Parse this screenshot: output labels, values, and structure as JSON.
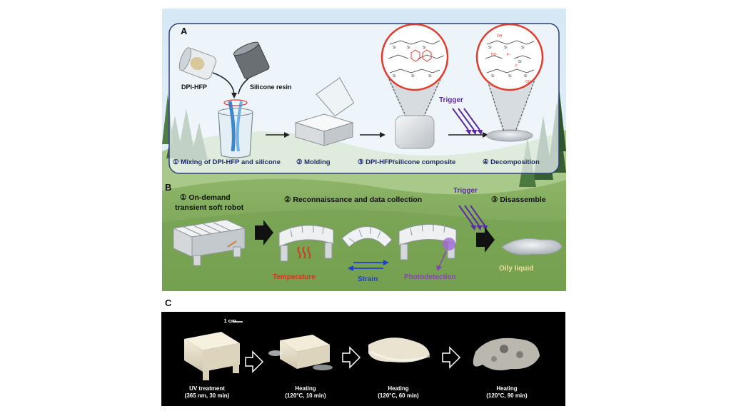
{
  "panelA": {
    "letter": "A",
    "labels": {
      "dpi_hfp": "DPI-HFP",
      "silicone_resin": "Silicone resin",
      "trigger": "Trigger"
    },
    "steps": [
      "① Mixing of DPI-HFP and silicone",
      "② Molding",
      "③ DPI-HFP/silicone composite",
      "④ Decomposition"
    ]
  },
  "panelB": {
    "letter": "B",
    "step1_line1": "① On-demand",
    "step1_line2": "transient soft robot",
    "step2": "② Reconnaissance and data collection",
    "step3": "③ Disassemble",
    "trigger": "Trigger",
    "temperature": "Temperature",
    "strain": "Strain",
    "photodetection": "Photodetection",
    "oily_liquid": "Oily liquid"
  },
  "panelC": {
    "letter": "C",
    "scale_bar": "1 cm",
    "captions": [
      {
        "line1": "UV treatment",
        "line2": "(365 nm, 30 min)"
      },
      {
        "line1": "Heating",
        "line2": "(120°C, 10 min)"
      },
      {
        "line1": "Heating",
        "line2": "(120°C, 60 min)"
      },
      {
        "line1": "Heating",
        "line2": "(120°C, 90 min)"
      }
    ]
  },
  "colors": {
    "sky": "#dcecf6",
    "grass": "#7fa85a",
    "dark_grass": "#5f8a3f",
    "trigger": "#5b2ca0",
    "temperature": "#d9321f",
    "strain": "#1f3fc9",
    "photodetection": "#8a3fb8",
    "oily_liquid": "#e8e29a",
    "navy_text": "#1c2a6b",
    "red_circle": "#e23b2e"
  }
}
